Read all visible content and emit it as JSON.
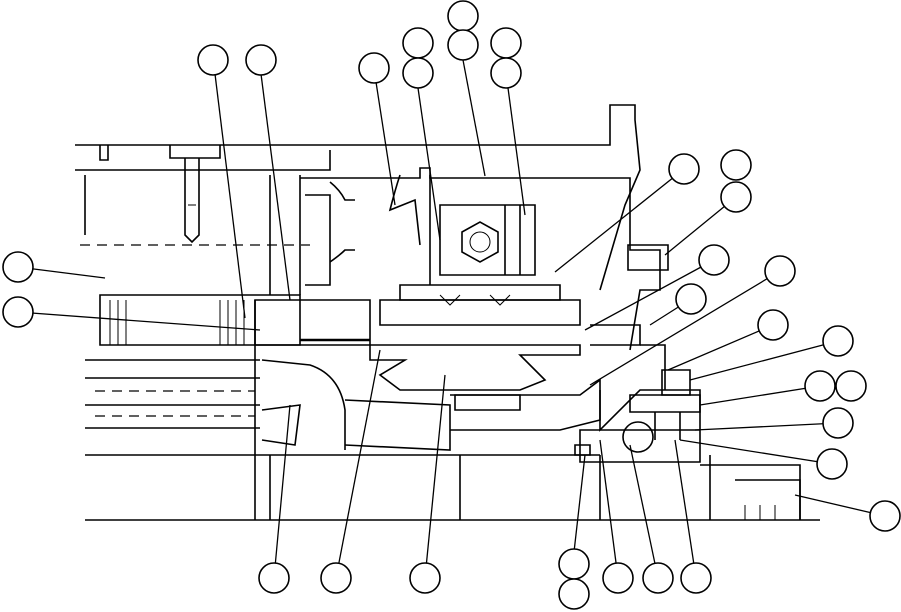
{
  "diagram": {
    "type": "mechanical-cross-section",
    "callouts": [
      {
        "id": "c01",
        "label": ""
      },
      {
        "id": "c02",
        "label": ""
      },
      {
        "id": "c03",
        "label": ""
      },
      {
        "id": "c04",
        "label": ""
      },
      {
        "id": "c05",
        "label": ""
      },
      {
        "id": "c06",
        "label": ""
      },
      {
        "id": "c07",
        "label": ""
      },
      {
        "id": "c08",
        "label": ""
      },
      {
        "id": "c09",
        "label": ""
      },
      {
        "id": "c10",
        "label": ""
      },
      {
        "id": "c11",
        "label": ""
      },
      {
        "id": "c12",
        "label": ""
      },
      {
        "id": "c13",
        "label": ""
      },
      {
        "id": "c14",
        "label": ""
      },
      {
        "id": "c15",
        "label": ""
      },
      {
        "id": "c16",
        "label": ""
      },
      {
        "id": "c17",
        "label": ""
      },
      {
        "id": "c18",
        "label": ""
      },
      {
        "id": "c19",
        "label": ""
      },
      {
        "id": "c20",
        "label": ""
      },
      {
        "id": "c21",
        "label": ""
      },
      {
        "id": "c22",
        "label": ""
      },
      {
        "id": "c23",
        "label": ""
      },
      {
        "id": "c24",
        "label": ""
      },
      {
        "id": "c25",
        "label": ""
      },
      {
        "id": "c26",
        "label": ""
      },
      {
        "id": "c27",
        "label": ""
      },
      {
        "id": "c28",
        "label": ""
      },
      {
        "id": "c29",
        "label": ""
      },
      {
        "id": "c30",
        "label": ""
      },
      {
        "id": "c31",
        "label": ""
      }
    ]
  }
}
